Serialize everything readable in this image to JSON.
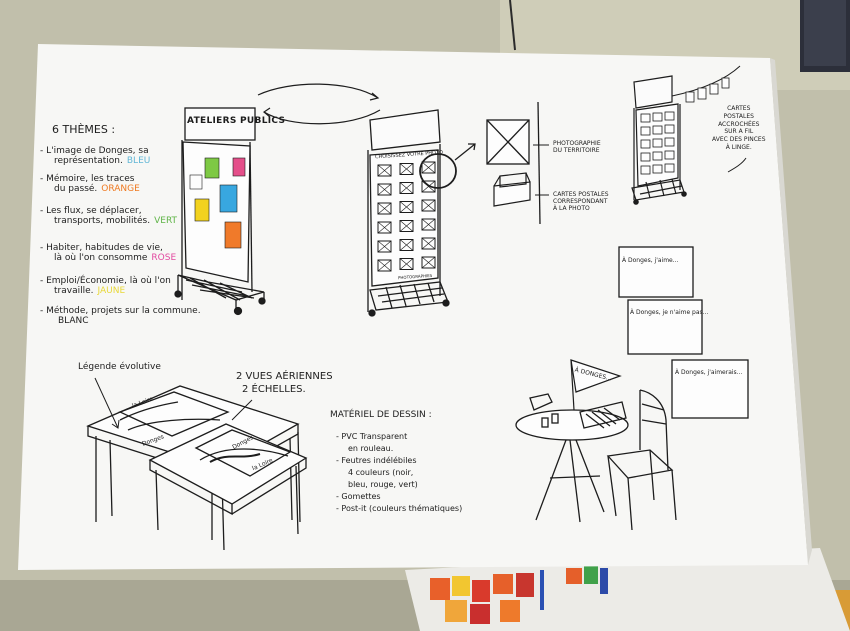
{
  "themes": {
    "title": "6 THÈMES :",
    "items": [
      {
        "lines": [
          "- L'image de Donges, sa",
          "représentation."
        ],
        "color_word": "BLEU",
        "color": "#62b7d6"
      },
      {
        "lines": [
          "- Mémoire, les traces",
          "du passé."
        ],
        "color_word": "ORANGE",
        "color": "#ef7a22"
      },
      {
        "lines": [
          "- Les flux, se déplacer,",
          "transports, mobilités."
        ],
        "color_word": "VERT",
        "color": "#5fb447"
      },
      {
        "lines": [
          "- Habiter, habitudes de vie,",
          "là où l'on consomme"
        ],
        "color_word": "ROSE",
        "color": "#e24aa0"
      },
      {
        "lines": [
          "- Emploi/Économie, là où l'on",
          "travaille."
        ],
        "color_word": "JAUNE",
        "color": "#e8d83a"
      },
      {
        "lines": [
          "- Méthode, projets sur la commune.",
          ""
        ],
        "color_word": "BLANC",
        "color": "#1e1e1e"
      }
    ]
  },
  "panel1_header": "ATELIERS PUBLICS",
  "panel2_header": "CHOISISSEZ VOTRE PHOTO",
  "panel2_footer": "PHOTOGRAPHIES",
  "photo_label": [
    "PHOTOGRAPHIE",
    "DU TERRITOIRE"
  ],
  "postcard_label": [
    "CARTES POSTALES",
    "CORRESPONDANT",
    "À LA PHOTO"
  ],
  "clothesline_label": [
    "CARTES",
    "POSTALES",
    "ACCROCHÉES",
    "SUR A FIL",
    "AVEC DES PINCES",
    "À LINGE."
  ],
  "cards": [
    "À Donges, j'aime...",
    "À Donges, je n'aime pas...",
    "À Donges, j'aimerais..."
  ],
  "flag_text": "À DONGES...",
  "legend_label": "Légende évolutive",
  "aerial_label": [
    "2 VUES AÉRIENNES",
    "2 ÉCHELLES."
  ],
  "table_scribbles": [
    "la Loire",
    "Donges",
    "Donges",
    "la Loire"
  ],
  "materials": {
    "title": "MATÉRIEL DE DESSIN :",
    "items": [
      "- PVC Transparent",
      "en rouleau.",
      "- Feutres indélébiles",
      "4 couleurs (noir,",
      "bleu, rouge, vert)",
      "- Gomettes",
      "- Post-it (couleurs thématiques)"
    ]
  },
  "colors": {
    "paper": "#f6f6f4",
    "wall": "#bdbba6",
    "ink": "#1d1d1d",
    "postit_green": "#7ec944",
    "postit_pink": "#e44f8a",
    "postit_blue": "#38a7e0",
    "postit_yellow": "#f2d21f",
    "postit_orange": "#f07a2a"
  }
}
